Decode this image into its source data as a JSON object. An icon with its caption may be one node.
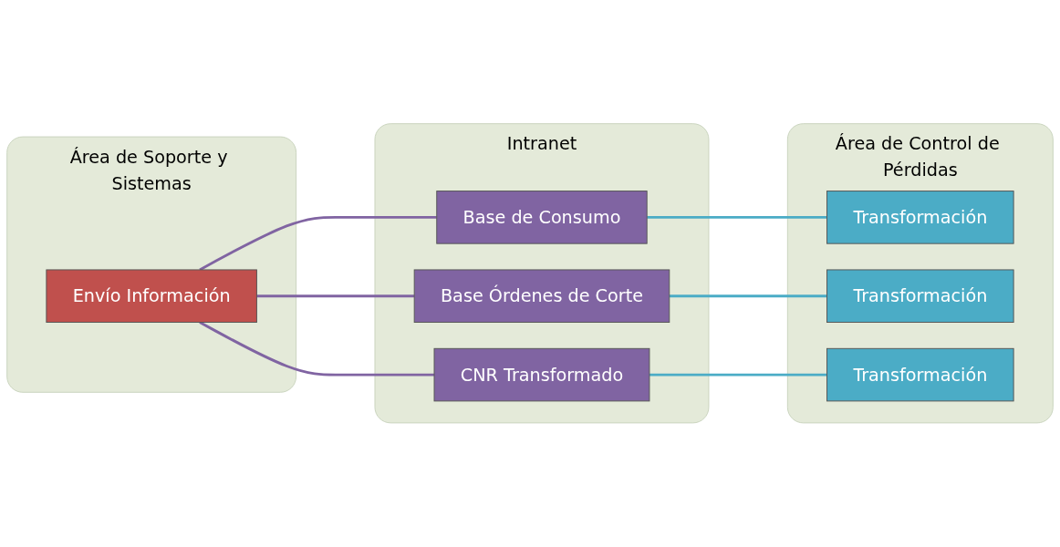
{
  "diagram": {
    "nodes": [
      {
        "text": [
          "Área de Soporte y Sistemas"
        ]
      },
      {
        "text": [
          "Envío Información"
        ],
        "in": 0
      },
      {
        "text": [
          "Intranet"
        ]
      },
      {
        "text": [
          "Base de Consumo"
        ],
        "in": 2
      },
      {
        "text": [
          "Base Órdenes de Corte"
        ],
        "in": 2
      },
      {
        "text": [
          "CNR Transformado"
        ],
        "in": 2
      },
      {
        "text": [
          "Área de Control de Pérdidas"
        ]
      },
      {
        "text": [
          "Transformación"
        ],
        "in": 6
      },
      {
        "text": [
          "Transformación"
        ],
        "in": 6
      },
      {
        "text": [
          "Transformación"
        ],
        "in": 6
      }
    ],
    "edges": [
      {
        "from": 1,
        "to": 3,
        "arrow": "none",
        "color": "#8064a2"
      },
      {
        "from": 1,
        "to": 4,
        "arrow": "none",
        "color": "#8064a2"
      },
      {
        "from": 1,
        "to": 5,
        "arrow": "none",
        "color": "#8064a2"
      },
      {
        "from": 3,
        "to": 7,
        "arrow": "none",
        "color": "#4bacc6"
      },
      {
        "from": 4,
        "to": 8,
        "arrow": "none",
        "color": "#4bacc6"
      },
      {
        "from": 5,
        "to": 9,
        "arrow": "none",
        "color": "#4bacc6"
      }
    ]
  }
}
